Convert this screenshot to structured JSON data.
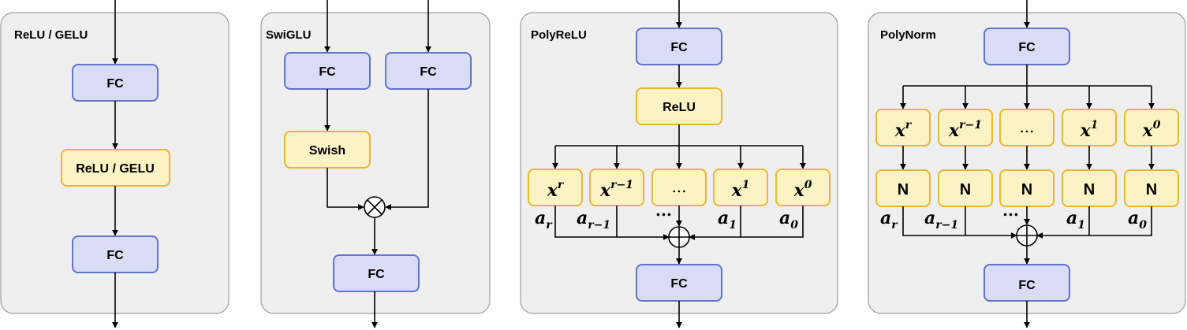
{
  "panels": {
    "relu_gelu": {
      "title": "ReLU / GELU",
      "fc_top": "FC",
      "activation": "ReLU / GELU",
      "fc_bottom": "FC"
    },
    "swiglu": {
      "title": "SwiGLU",
      "fc_left": "FC",
      "fc_right": "FC",
      "activation": "Swish",
      "fc_bottom": "FC"
    },
    "polyrelu": {
      "title": "PolyReLU",
      "fc_top": "FC",
      "activation": "ReLU",
      "powers": [
        {
          "base": "x",
          "exp": "r"
        },
        {
          "base": "x",
          "exp": "r−1"
        },
        {
          "base": "",
          "exp": "",
          "text": "..."
        },
        {
          "base": "x",
          "exp": "1"
        },
        {
          "base": "x",
          "exp": "0"
        }
      ],
      "coefs": [
        {
          "base": "a",
          "sub": "r"
        },
        {
          "base": "a",
          "sub": "r−1"
        },
        {
          "base": "",
          "sub": "",
          "text": "..."
        },
        {
          "base": "a",
          "sub": "1"
        },
        {
          "base": "a",
          "sub": "0"
        }
      ],
      "fc_bottom": "FC"
    },
    "polynorm": {
      "title": "PolyNorm",
      "fc_top": "FC",
      "powers": [
        {
          "base": "x",
          "exp": "r"
        },
        {
          "base": "x",
          "exp": "r−1"
        },
        {
          "base": "",
          "exp": "",
          "text": "..."
        },
        {
          "base": "x",
          "exp": "1"
        },
        {
          "base": "x",
          "exp": "0"
        }
      ],
      "norm_label": "N",
      "coefs": [
        {
          "base": "a",
          "sub": "r"
        },
        {
          "base": "a",
          "sub": "r−1"
        },
        {
          "base": "",
          "sub": "",
          "text": "..."
        },
        {
          "base": "a",
          "sub": "1"
        },
        {
          "base": "a",
          "sub": "0"
        }
      ],
      "fc_bottom": "FC"
    }
  },
  "colors": {
    "panel_fill": "#efefef",
    "panel_stroke": "#9e9e9e",
    "fc_fill": "#d9dcf5",
    "fc_stroke": "#6274c9",
    "act_fill": "#fcf3c5",
    "act_stroke": "#e8b733"
  }
}
